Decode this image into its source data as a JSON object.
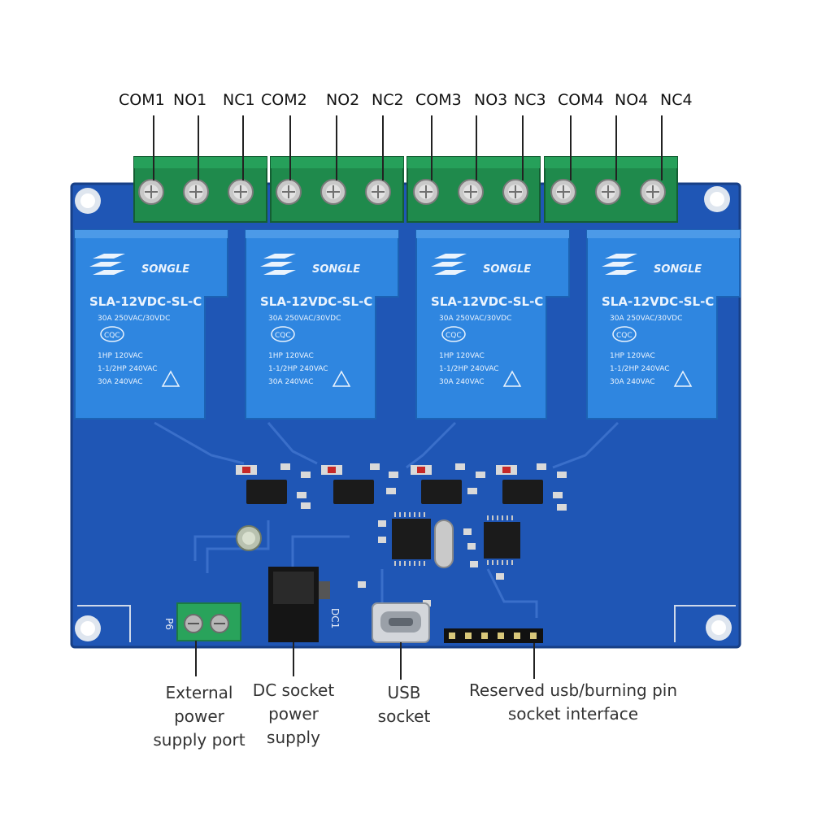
{
  "terminal_labels": [
    "COM1",
    "NO1",
    "NC1",
    "COM2",
    "NO2",
    "NC2",
    "COM3",
    "NO3",
    "NC3",
    "COM4",
    "NO4",
    "NC4"
  ],
  "relay": {
    "brand": "SONGLE",
    "model": "SLA-12VDC-SL-C",
    "rating_lines": [
      "30A  250VAC/30VDC",
      "1HP 120VAC",
      "1-1/2HP 240VAC",
      "30A 240VAC"
    ],
    "cert": "CQC"
  },
  "board_silkscreen": {
    "p_label": "P6",
    "dc_label": "DC1"
  },
  "callouts": {
    "external_power": "External\npower\nsupply port",
    "dc_socket": "DC socket\npower\nsupply",
    "usb_socket": "USB\nsocket",
    "reserved_pin": "Reserved usb/burning pin\nsocket interface"
  },
  "colors": {
    "pcb": "#1f56b5",
    "relay": "#2f86e0",
    "terminal": "#1f8a4c",
    "label_text": "#333333"
  }
}
